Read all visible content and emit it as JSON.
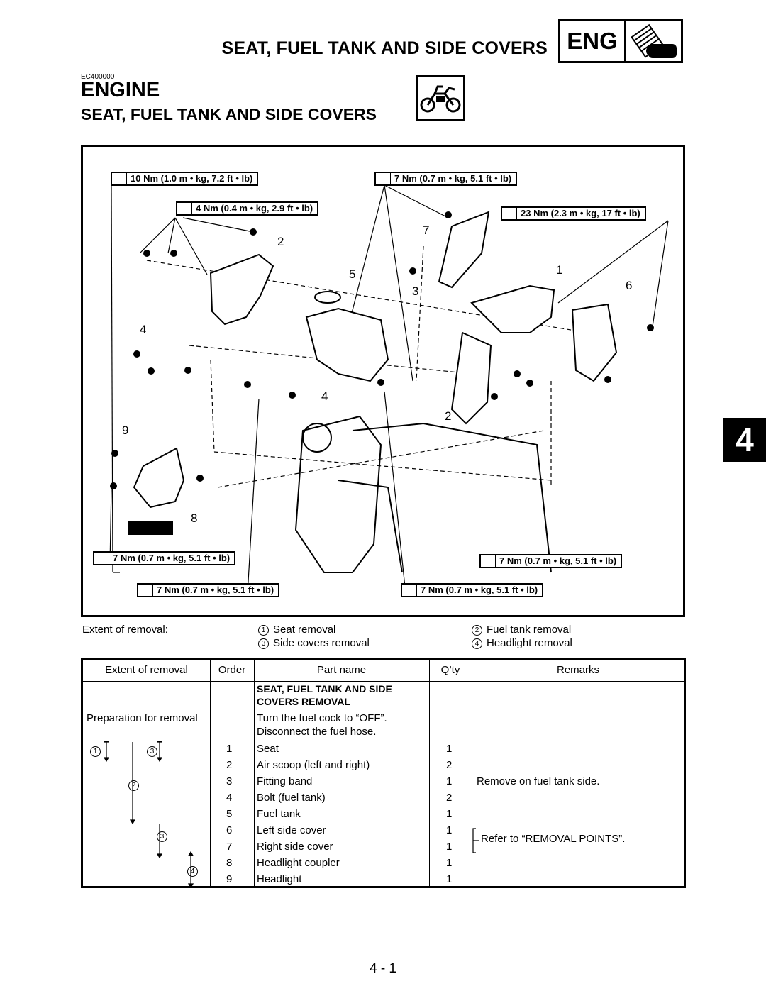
{
  "header": {
    "title": "SEAT, FUEL TANK AND SIDE COVERS",
    "badge": "ENG"
  },
  "code": "EC400000",
  "section_title": "ENGINE",
  "subtitle": "SEAT, FUEL TANK AND SIDE COVERS",
  "diagram": {
    "torques": [
      "10 Nm (1.0 m • kg, 7.2 ft • lb)",
      "4 Nm (0.4 m • kg, 2.9 ft • lb)",
      "7 Nm (0.7 m • kg, 5.1 ft • lb)",
      "23 Nm (2.3 m • kg, 17 ft • lb)",
      "7 Nm (0.7 m • kg, 5.1 ft • lb)",
      "7 Nm (0.7 m • kg, 5.1 ft • lb)",
      "7 Nm (0.7 m • kg, 5.1 ft • lb)",
      "7 Nm (0.7 m • kg, 5.1 ft • lb)"
    ],
    "callouts": [
      "2",
      "5",
      "7",
      "3",
      "1",
      "6",
      "4",
      "4",
      "2",
      "9",
      "8"
    ]
  },
  "extent": {
    "label": "Extent of removal:",
    "items": [
      {
        "n": "1",
        "text": "Seat removal"
      },
      {
        "n": "2",
        "text": "Fuel tank removal"
      },
      {
        "n": "3",
        "text": "Side covers removal"
      },
      {
        "n": "4",
        "text": "Headlight removal"
      }
    ]
  },
  "table": {
    "headers": [
      "Extent of removal",
      "Order",
      "Part name",
      "Q’ty",
      "Remarks"
    ],
    "section_line1": "SEAT, FUEL TANK AND SIDE",
    "section_line2": "COVERS REMOVAL",
    "prep_label": "Preparation for removal",
    "prep_steps": [
      "Turn the fuel cock to “OFF”.",
      "Disconnect the fuel hose."
    ],
    "extent_marks": [
      "1",
      "3",
      "2",
      "3",
      "4"
    ],
    "rows": [
      {
        "order": "1",
        "part": "Seat",
        "qty": "1",
        "remarks": ""
      },
      {
        "order": "2",
        "part": "Air scoop (left and right)",
        "qty": "2",
        "remarks": ""
      },
      {
        "order": "3",
        "part": "Fitting band",
        "qty": "1",
        "remarks": "Remove on fuel tank side."
      },
      {
        "order": "4",
        "part": "Bolt (fuel tank)",
        "qty": "2",
        "remarks": ""
      },
      {
        "order": "5",
        "part": "Fuel tank",
        "qty": "1",
        "remarks": ""
      },
      {
        "order": "6",
        "part": "Left side cover",
        "qty": "1",
        "remarks": ""
      },
      {
        "order": "7",
        "part": "Right side cover",
        "qty": "1",
        "remarks": ""
      },
      {
        "order": "8",
        "part": "Headlight coupler",
        "qty": "1",
        "remarks": ""
      },
      {
        "order": "9",
        "part": "Headlight",
        "qty": "1",
        "remarks": ""
      }
    ],
    "bracket_remark": "Refer to “REMOVAL POINTS”."
  },
  "side_tab": "4",
  "page_number": "4 - 1"
}
